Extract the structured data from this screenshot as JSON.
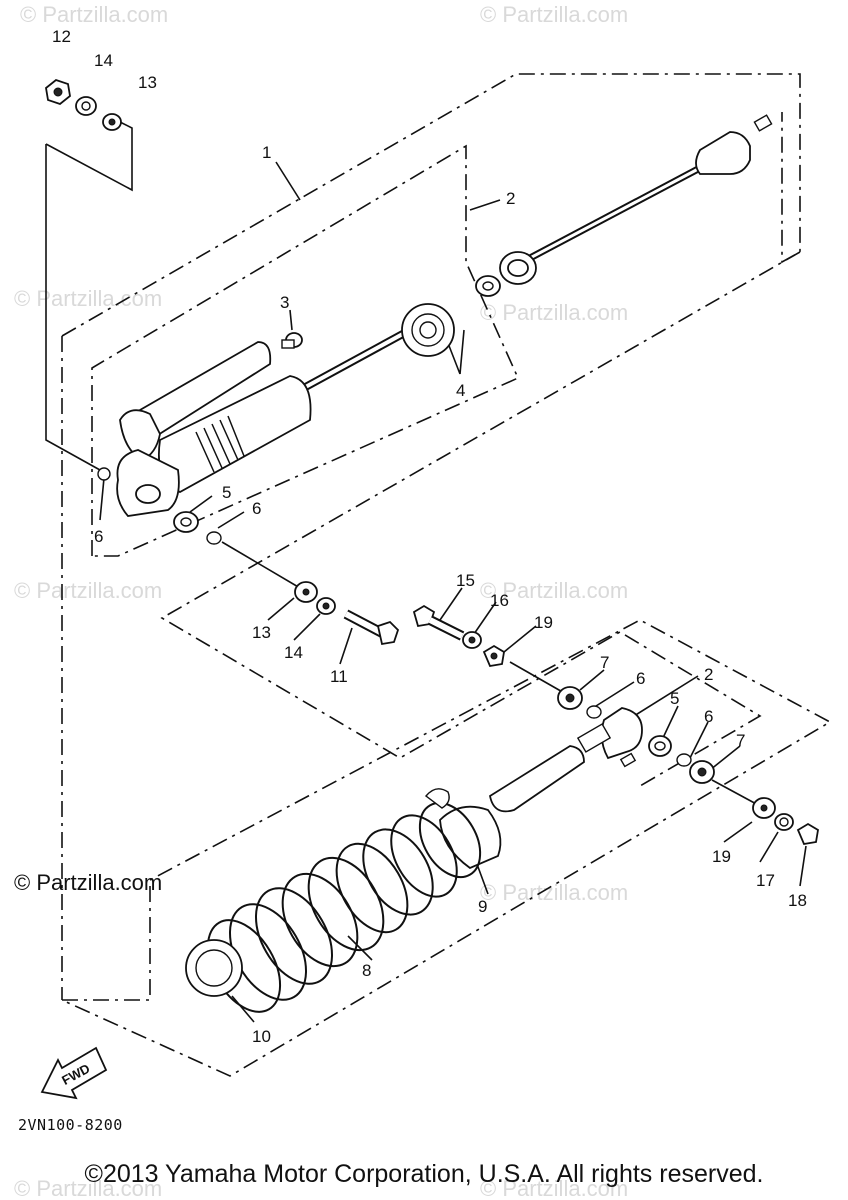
{
  "watermark": "© Partzilla.com",
  "watermark_main": "© Partzilla.com",
  "diagram_code": "2VN100-8200",
  "copyright": "©2013 Yamaha Motor Corporation, U.S.A. All rights reserved.",
  "fwd_label": "FWD",
  "callouts": {
    "c1": "1",
    "c2a": "2",
    "c2b": "2",
    "c3": "3",
    "c4": "4",
    "c5a": "5",
    "c5b": "5",
    "c6a": "6",
    "c6b": "6",
    "c6c": "6",
    "c6d": "6",
    "c7a": "7",
    "c7b": "7",
    "c8": "8",
    "c9": "9",
    "c10": "10",
    "c11": "11",
    "c12": "12",
    "c13a": "13",
    "c13b": "13",
    "c14a": "14",
    "c14b": "14",
    "c15": "15",
    "c16": "16",
    "c17": "17",
    "c18": "18",
    "c19a": "19",
    "c19b": "19"
  },
  "icons": {
    "fwd": "fwd-arrow-icon"
  }
}
